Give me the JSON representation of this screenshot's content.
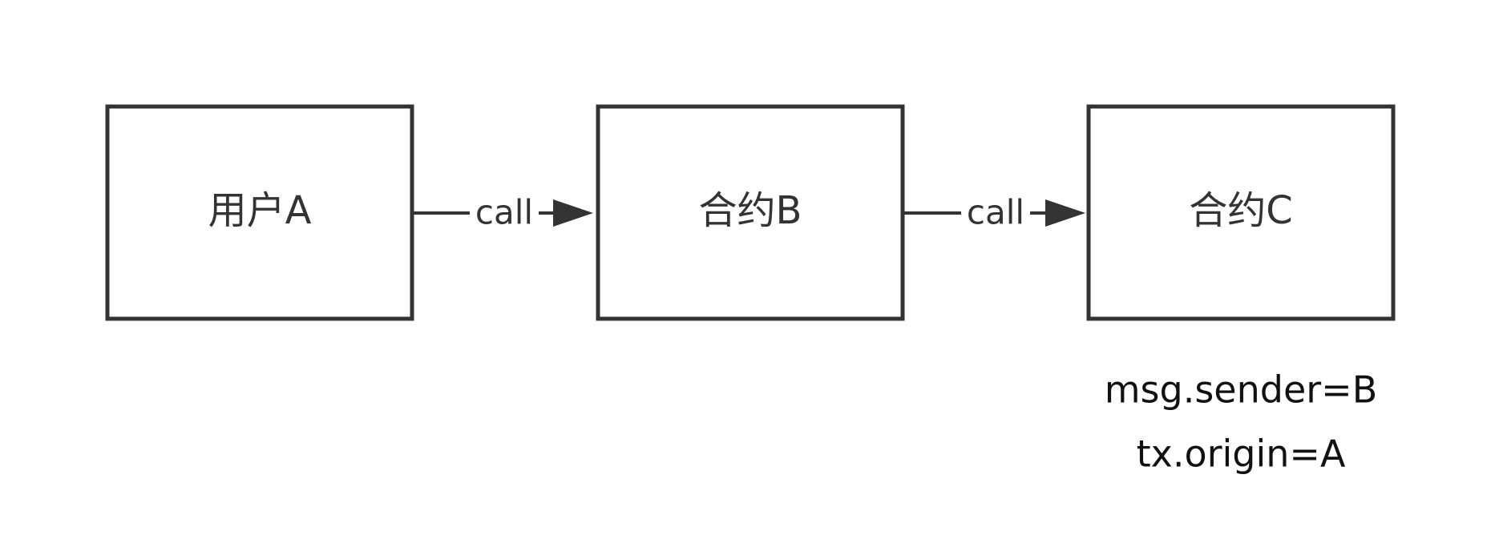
{
  "diagram": {
    "nodes": [
      {
        "id": "user-a",
        "label": "用户A"
      },
      {
        "id": "contract-b",
        "label": "合约B"
      },
      {
        "id": "contract-c",
        "label": "合约C"
      }
    ],
    "edges": [
      {
        "from": "user-a",
        "to": "contract-b",
        "label": "call"
      },
      {
        "from": "contract-b",
        "to": "contract-c",
        "label": "call"
      }
    ],
    "notes": [
      "msg.sender=B",
      "tx.origin=A"
    ],
    "colors": {
      "stroke": "#333333",
      "text": "#333333",
      "note_text": "#111111",
      "background": "#ffffff"
    }
  }
}
